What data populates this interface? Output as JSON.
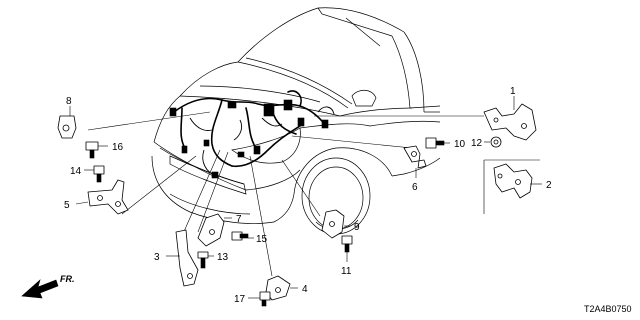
{
  "diagram": {
    "code": "T2A4B0750",
    "direction_label": "FR.",
    "parts": [
      {
        "number": "1"
      },
      {
        "number": "2"
      },
      {
        "number": "3"
      },
      {
        "number": "4"
      },
      {
        "number": "5"
      },
      {
        "number": "6"
      },
      {
        "number": "7"
      },
      {
        "number": "8"
      },
      {
        "number": "9"
      },
      {
        "number": "10"
      },
      {
        "number": "11"
      },
      {
        "number": "12"
      },
      {
        "number": "13"
      },
      {
        "number": "14"
      },
      {
        "number": "15"
      },
      {
        "number": "16"
      },
      {
        "number": "17"
      }
    ]
  }
}
